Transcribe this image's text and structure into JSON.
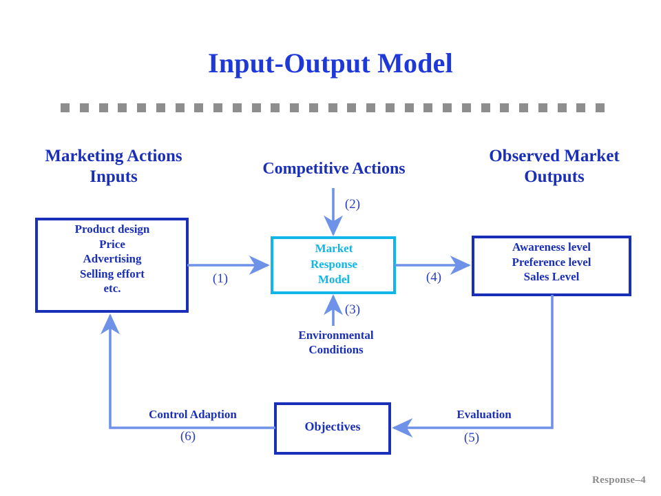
{
  "slide": {
    "title": "Input-Output Model",
    "footer": "Response–4",
    "background_color": "#ffffff",
    "separator": {
      "icon": "dashed-square-rule",
      "segments": 29,
      "color": "#8e8e8e"
    }
  },
  "colors": {
    "title_blue": "#1f38d8",
    "dark_blue": "#1a2fb8",
    "cyan": "#12b5ea",
    "arrow_blue": "#6d92e8",
    "number_blue": "#2a3cc4",
    "footer_gray": "#8b8b8b"
  },
  "headings": {
    "left": "Marketing Actions\nInputs",
    "center": "Competitive Actions",
    "right": "Observed Market\nOutputs"
  },
  "boxes": {
    "inputs": {
      "text": "Product design\nPrice\nAdvertising\nSelling effort\netc.",
      "border_color": "#1a2fb8",
      "text_color": "#1a2fb8"
    },
    "model": {
      "text": "Market\nResponse\nModel",
      "border_color": "#12b5ea",
      "text_color": "#12b5ea"
    },
    "outputs": {
      "text": "Awareness level\nPreference level\nSales Level",
      "border_color": "#1a2fb8",
      "text_color": "#1a2fb8"
    },
    "objectives": {
      "text": "Objectives",
      "border_color": "#1a2fb8",
      "text_color": "#1a2fb8"
    }
  },
  "flows": {
    "n1": "(1)",
    "n2": "(2)",
    "n3": "(3)",
    "n4": "(4)",
    "n5": "(5)",
    "n6": "(6)"
  },
  "captions": {
    "environmental": "Environmental\nConditions",
    "control_adaption": "Control Adaption",
    "evaluation": "Evaluation"
  }
}
